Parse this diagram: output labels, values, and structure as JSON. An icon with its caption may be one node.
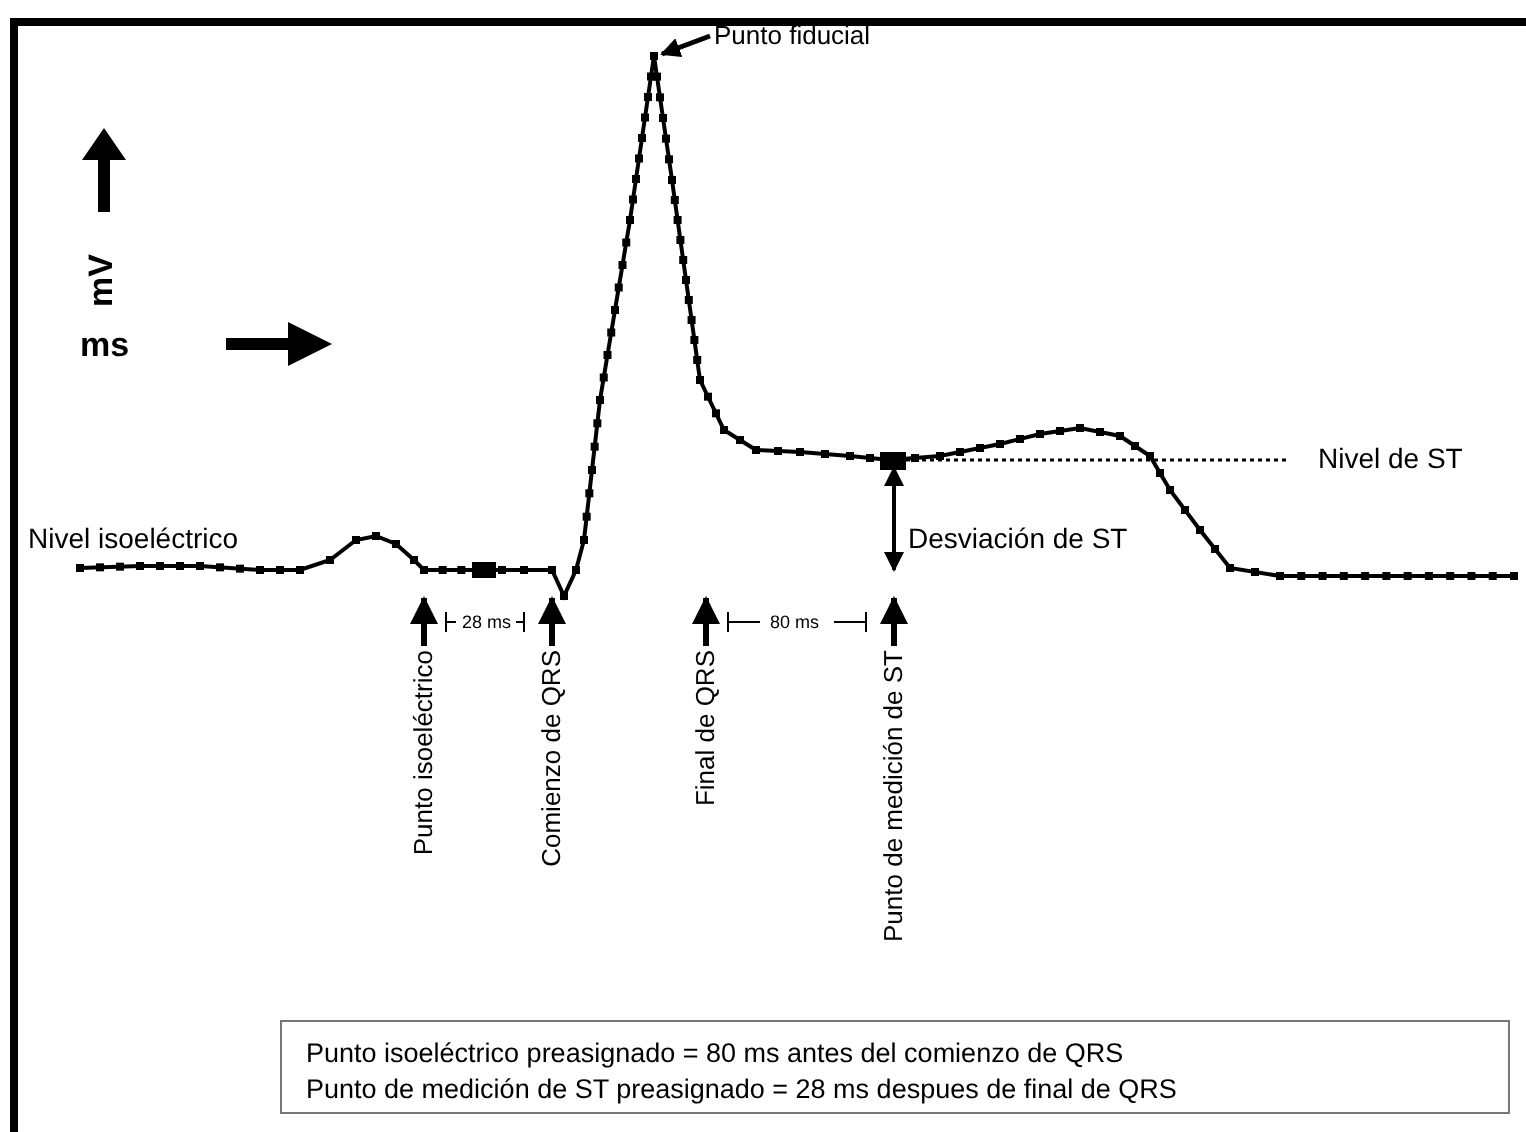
{
  "diagram": {
    "nodes": [
      {
        "text": [
          "Punto fiducial"
        ]
      },
      {
        "text": [
          "Punto isoeléctrico"
        ]
      },
      {
        "text": [
          "Comienzo de QRS"
        ]
      },
      {
        "text": [
          "Final de QRS"
        ]
      },
      {
        "text": [
          "Punto de medición de ST"
        ]
      },
      {
        "text": [
          "Punto isoeléctrico preasignado = 80 ms antes del comienzo de QRS",
          "Punto de medición de ST preasignado = 28 ms despues de final de QRS"
        ]
      }
    ],
    "edges": [
      {
        "from": 0,
        "to": null,
        "arrow": "to"
      },
      {
        "from": 1,
        "to": null,
        "arrow": "to"
      },
      {
        "from": 2,
        "to": null,
        "arrow": "to"
      },
      {
        "from": 3,
        "to": null,
        "arrow": "to"
      },
      {
        "from": 4,
        "to": null,
        "arrow": "to"
      }
    ],
    "labels": [
      "mV",
      "ms",
      "Nivel de ST",
      "Nivel isoeléctrico",
      "Desviación de ST",
      "28 ms",
      "80 ms"
    ]
  }
}
